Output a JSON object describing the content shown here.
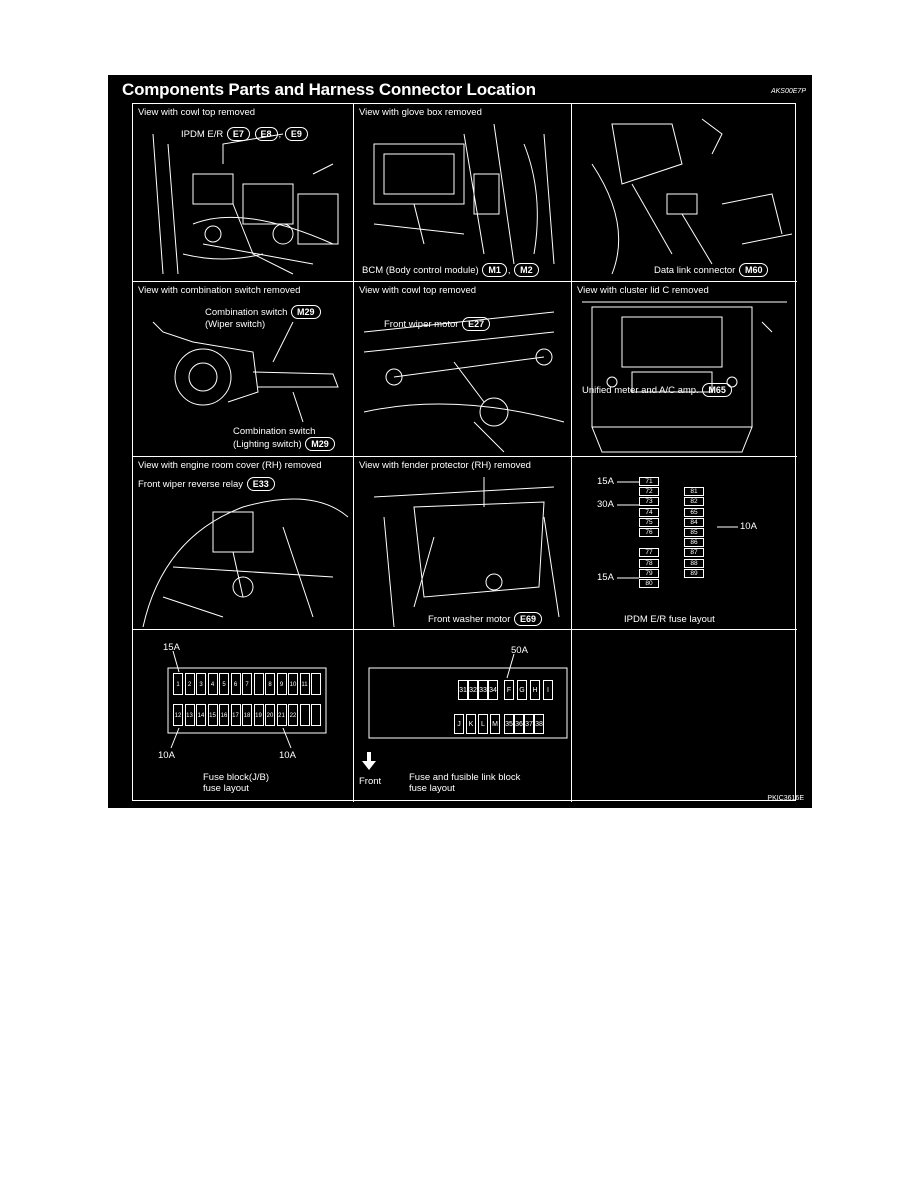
{
  "title": "Components Parts and Harness Connector Location",
  "code_top": "AKS00E7P",
  "code_bottom": "PKIC3616E",
  "panels": {
    "p1": {
      "title": "View with cowl top removed",
      "label": "IPDM E/R",
      "connectors": [
        "E7",
        "E8",
        "E9"
      ],
      "sep": ","
    },
    "p2": {
      "title": "View with glove box removed",
      "label": "BCM (Body control module)",
      "connectors": [
        "M1",
        "M2"
      ],
      "sep": ","
    },
    "p3": {
      "title": "",
      "label": "Data link connector",
      "connectors": [
        "M60"
      ]
    },
    "p4": {
      "title": "View with combination switch removed",
      "label1a": "Combination switch",
      "label1b": "(Wiper switch)",
      "conn1": "M29",
      "label2a": "Combination switch",
      "label2b": "(Lighting switch)",
      "conn2": "M29"
    },
    "p5": {
      "title": "View with cowl top removed",
      "label": "Front wiper motor",
      "conn": "E27"
    },
    "p6": {
      "title": "View with cluster lid C removed",
      "label": "Unified meter and A/C amp.",
      "conn": "M65"
    },
    "p7": {
      "title": "View with engine room cover (RH) removed",
      "label": "Front wiper reverse relay",
      "conn": "E33"
    },
    "p8": {
      "title": "View with fender protector (RH) removed",
      "label": "Front washer motor",
      "conn": "E69"
    },
    "p9": {
      "caption": "IPDM E/R fuse layout",
      "amp_15a_top": "15A",
      "amp_30a": "30A",
      "amp_10a": "10A",
      "amp_15a_bottom": "15A",
      "left_col": [
        "71",
        "72",
        "73",
        "74",
        "75",
        "76",
        "",
        "77",
        "78",
        "79",
        "80"
      ],
      "right_col": [
        "",
        "81",
        "82",
        "65",
        "84",
        "85",
        "86",
        "87",
        "88",
        "89",
        ""
      ]
    },
    "p10": {
      "amp_top": "15A",
      "amp_bl": "10A",
      "amp_br": "10A",
      "caption1": "Fuse block(J/B)",
      "caption2": "fuse layout",
      "row1": [
        "1",
        "2",
        "3",
        "4",
        "5",
        "6",
        "7",
        "",
        "8",
        "9",
        "10",
        "11",
        ""
      ],
      "row2": [
        "12",
        "13",
        "14",
        "15",
        "16",
        "17",
        "18",
        "19",
        "20",
        "21",
        "22",
        "",
        ""
      ]
    },
    "p11": {
      "amp": "50A",
      "front": "Front",
      "caption1": "Fuse and fusible link block",
      "caption2": "fuse layout",
      "row1": [
        "31",
        "32",
        "33",
        "34",
        "F",
        "G",
        "H",
        "I"
      ],
      "row2": [
        "J",
        "K",
        "L",
        "M",
        "35",
        "36",
        "37",
        "38"
      ]
    }
  }
}
